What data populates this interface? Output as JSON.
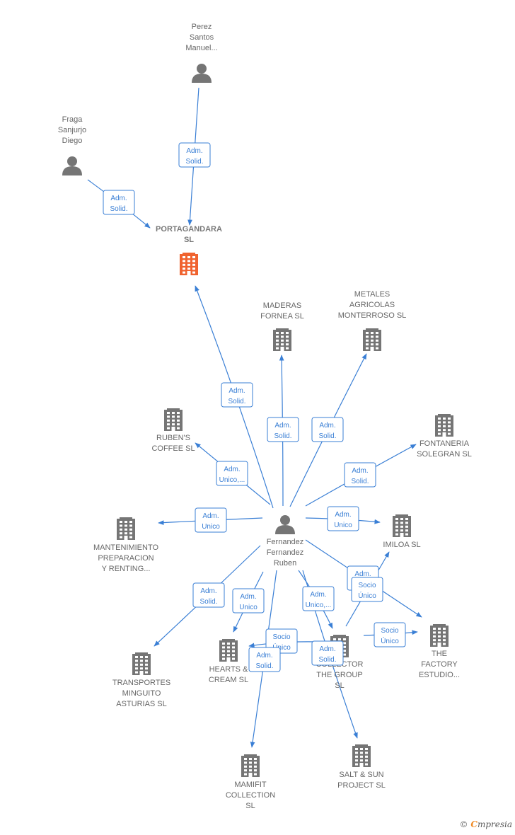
{
  "colors": {
    "edge": "#3a7fd5",
    "building": "#757575",
    "building_highlight": "#f0632f",
    "person": "#757575",
    "label": "#666666"
  },
  "nodes": [
    {
      "id": "perez",
      "type": "person",
      "label": [
        "Perez",
        "Santos",
        "Manuel..."
      ]
    },
    {
      "id": "fraga",
      "type": "person",
      "label": [
        "Fraga",
        "Sanjurjo",
        "Diego"
      ]
    },
    {
      "id": "portagandara",
      "type": "company",
      "highlight": true,
      "bold": true,
      "label": [
        "PORTAGANDARA",
        "SL"
      ]
    },
    {
      "id": "maderas",
      "type": "company",
      "label": [
        "MADERAS",
        "FORNEA  SL"
      ]
    },
    {
      "id": "metales",
      "type": "company",
      "label": [
        "METALES",
        "AGRICOLAS",
        "MONTERROSO SL"
      ]
    },
    {
      "id": "rubens",
      "type": "company",
      "label": [
        "RUBEN'S",
        "COFFEE  SL"
      ]
    },
    {
      "id": "fontaneria",
      "type": "company",
      "label": [
        "FONTANERIA",
        "SOLEGRAN SL"
      ]
    },
    {
      "id": "fernandez",
      "type": "person",
      "label": [
        "Fernandez",
        "Fernandez",
        "Ruben"
      ]
    },
    {
      "id": "mantenimiento",
      "type": "company",
      "label": [
        "MANTENIMIENTO",
        "PREPARACION",
        "Y RENTING..."
      ]
    },
    {
      "id": "imiloa",
      "type": "company",
      "label": [
        "IMILOA  SL"
      ]
    },
    {
      "id": "thefactory",
      "type": "company",
      "label": [
        "THE",
        "FACTORY",
        "ESTUDIO..."
      ]
    },
    {
      "id": "collector",
      "type": "company",
      "label": [
        "COLLECTOR",
        "THE GROUP",
        "SL"
      ]
    },
    {
      "id": "hearts",
      "type": "company",
      "label": [
        "HEARTS &",
        "CREAM  SL"
      ]
    },
    {
      "id": "transportes",
      "type": "company",
      "label": [
        "TRANSPORTES",
        "MINGUITO",
        "ASTURIAS  SL"
      ]
    },
    {
      "id": "mamifit",
      "type": "company",
      "label": [
        "MAMIFIT",
        "COLLECTION",
        "SL"
      ]
    },
    {
      "id": "saltsun",
      "type": "company",
      "label": [
        "SALT & SUN",
        "PROJECT  SL"
      ]
    }
  ],
  "edges": [
    {
      "from": "perez",
      "to": "portagandara",
      "label": [
        "Adm.",
        "Solid."
      ]
    },
    {
      "from": "fraga",
      "to": "portagandara",
      "label": [
        "Adm.",
        "Solid."
      ]
    },
    {
      "from": "fernandez",
      "to": "portagandara",
      "label": [
        "Adm.",
        "Solid."
      ]
    },
    {
      "from": "fernandez",
      "to": "maderas",
      "label": [
        "Adm.",
        "Solid."
      ]
    },
    {
      "from": "fernandez",
      "to": "metales",
      "label": [
        "Adm.",
        "Solid."
      ]
    },
    {
      "from": "fernandez",
      "to": "rubens",
      "label": [
        "Adm.",
        "Unico,..."
      ]
    },
    {
      "from": "fernandez",
      "to": "fontaneria",
      "label": [
        "Adm.",
        "Solid."
      ]
    },
    {
      "from": "fernandez",
      "to": "mantenimiento",
      "label": [
        "Adm.",
        "Unico"
      ]
    },
    {
      "from": "fernandez",
      "to": "imiloa",
      "label": [
        "Adm.",
        "Unico"
      ]
    },
    {
      "from": "fernandez",
      "to": "thefactory",
      "label": [
        "Adm.",
        "Solid."
      ]
    },
    {
      "from": "collector",
      "to": "imiloa",
      "label": [
        "Socio",
        "Único"
      ]
    },
    {
      "from": "collector",
      "to": "thefactory",
      "label": [
        "Socio",
        "Único"
      ]
    },
    {
      "from": "fernandez",
      "to": "collector",
      "label": [
        "Adm.",
        "Unico,..."
      ]
    },
    {
      "from": "fernandez",
      "to": "hearts",
      "label": [
        "Adm.",
        "Unico"
      ]
    },
    {
      "from": "collector",
      "to": "hearts",
      "label": [
        "Socio",
        "Único"
      ]
    },
    {
      "from": "fernandez",
      "to": "transportes",
      "label": [
        "Adm.",
        "Solid."
      ]
    },
    {
      "from": "fernandez",
      "to": "mamifit",
      "label": [
        "Adm.",
        "Solid."
      ]
    },
    {
      "from": "fernandez",
      "to": "saltsun",
      "label": [
        "Adm.",
        "Solid."
      ]
    }
  ],
  "watermark": {
    "copyright": "©",
    "brand_initial": "C",
    "brand_rest": "mpresia"
  }
}
